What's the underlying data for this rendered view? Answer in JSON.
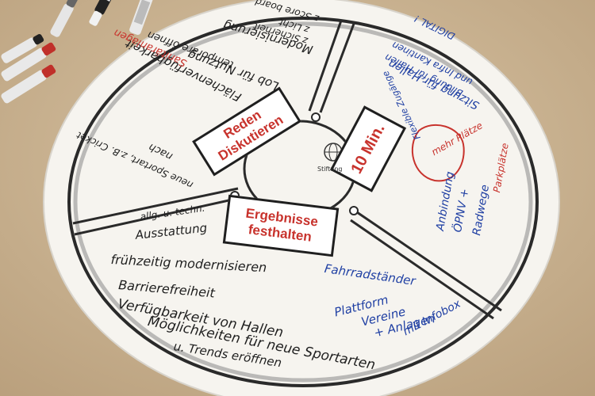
{
  "center_cards": {
    "reden": "Reden",
    "diskutieren": "Diskutieren",
    "ergebnisse": "Ergebnisse",
    "festhalten": "festhalten",
    "zeit": "10 Min."
  },
  "logo_text": "Stiftung",
  "top_section": [
    "Modernisierung",
    "z Score board",
    "z Licht",
    "z Sicherheit",
    "Lob für Nutzung",
    "Flächenverfügbarkeit",
    "temporäre öffnen",
    "Sanitäranlagen",
    "nach",
    "neue Sportart, z.B. Cricket"
  ],
  "right_section": [
    "Sitzung für Hallen",
    "Bildung für Hallen",
    "und Infra Kantinen",
    "DIGITAL !",
    "Flexible Zugänge",
    "mehr Plätze",
    "Parkplätze",
    "Anbindung",
    "ÖPNV +",
    "Radwege"
  ],
  "bottom_section": [
    "allg. u. techn.",
    "Ausstattung",
    "frühzeitig modernisieren",
    "Barrierefreiheit",
    "Verfügbarkeit von Hallen",
    "Möglichkeiten für neue Sportarten",
    "u. Trends eröffnen",
    "Fahrradständer",
    "Plattform",
    "Vereine",
    "+ Anlagen",
    "mit Infobox"
  ],
  "colors": {
    "table": "#c9b393",
    "paper": "#f6f4ef",
    "ink_black": "#1f1f1f",
    "ink_blue": "#1f3fa3",
    "ink_red": "#c8332d"
  }
}
